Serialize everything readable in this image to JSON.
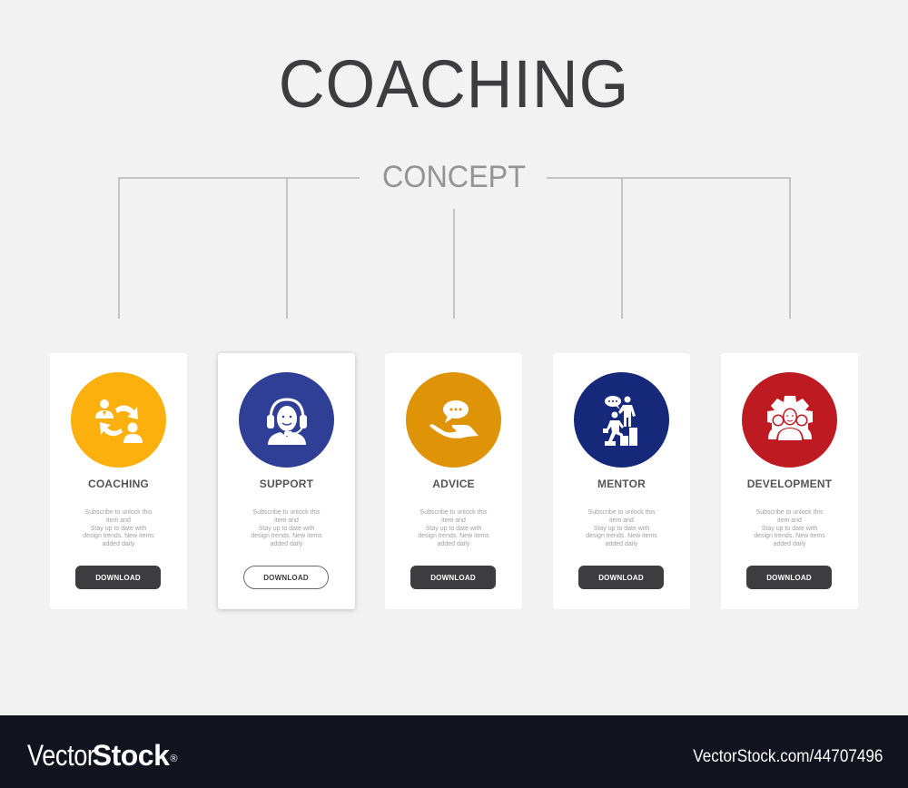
{
  "header": {
    "title": "COACHING",
    "subtitle": "CONCEPT"
  },
  "colors": {
    "background": "#f2f2f2",
    "connector": "#c4c4c4",
    "title": "#3d3d3f",
    "subtitle": "#949496",
    "button": "#3d3d3f",
    "footer": "#12131f"
  },
  "cards": [
    {
      "title": "COACHING",
      "icon": "coaching-exchange-icon",
      "color": "#fbb00e",
      "desc": [
        "Subscribe to unlock this",
        "item and",
        "Stay up to date with",
        "design trends. New items",
        "added daily"
      ],
      "button": "DOWNLOAD",
      "button_style": "filled"
    },
    {
      "title": "SUPPORT",
      "icon": "headset-support-icon",
      "color": "#2e3f95",
      "desc": [
        "Subscribe to unlock this",
        "item and",
        "Stay up to date with",
        "design trends. New items",
        "added daily"
      ],
      "button": "DOWNLOAD",
      "button_style": "outline"
    },
    {
      "title": "ADVICE",
      "icon": "hand-speech-bubble-icon",
      "color": "#df9306",
      "desc": [
        "Subscribe to unlock this",
        "item and",
        "Stay up to date with",
        "design trends. New items",
        "added daily"
      ],
      "button": "DOWNLOAD",
      "button_style": "filled"
    },
    {
      "title": "MENTOR",
      "icon": "mentor-steps-icon",
      "color": "#16287a",
      "desc": [
        "Subscribe to unlock this",
        "item and",
        "Stay up to date with",
        "design trends. New items",
        "added daily"
      ],
      "button": "DOWNLOAD",
      "button_style": "filled"
    },
    {
      "title": "DEVELOPMENT",
      "icon": "team-gear-icon",
      "color": "#bd1b21",
      "desc": [
        "Subscribe to unlock this",
        "item and",
        "Stay up to date with",
        "design trends. New items",
        "added daily"
      ],
      "button": "DOWNLOAD",
      "button_style": "filled"
    }
  ],
  "footer": {
    "logo_light": "Vector",
    "logo_bold": "Stock",
    "logo_mark": "®",
    "url": "VectorStock.com/44707496"
  }
}
